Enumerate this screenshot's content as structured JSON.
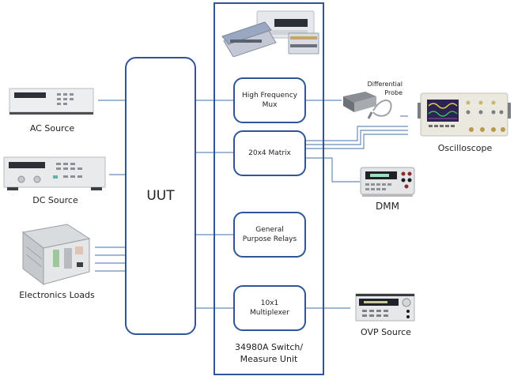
{
  "diagram": {
    "uut": {
      "label": "UUT"
    },
    "switch_unit": {
      "label_line1": "34980A Switch/",
      "label_line2": "Measure Unit"
    },
    "modules": [
      {
        "line1": "High Frequency",
        "line2": "Mux"
      },
      {
        "line1": "20x4 Matrix",
        "line2": ""
      },
      {
        "line1": "General",
        "line2": "Purpose Relays"
      },
      {
        "line1": "10x1",
        "line2": "Multiplexer"
      }
    ],
    "left_devices": [
      {
        "label": "AC Source"
      },
      {
        "label": "DC Source"
      },
      {
        "label": "Electronics Loads"
      }
    ],
    "right_devices": [
      {
        "label_line1": "Differential",
        "label_line2": "Probe"
      },
      {
        "label": "Oscilloscope"
      },
      {
        "label": "DMM"
      },
      {
        "label": "OVP Source"
      }
    ],
    "colors": {
      "box_border": "#2f5597",
      "connector": "#5b7fb0"
    }
  }
}
